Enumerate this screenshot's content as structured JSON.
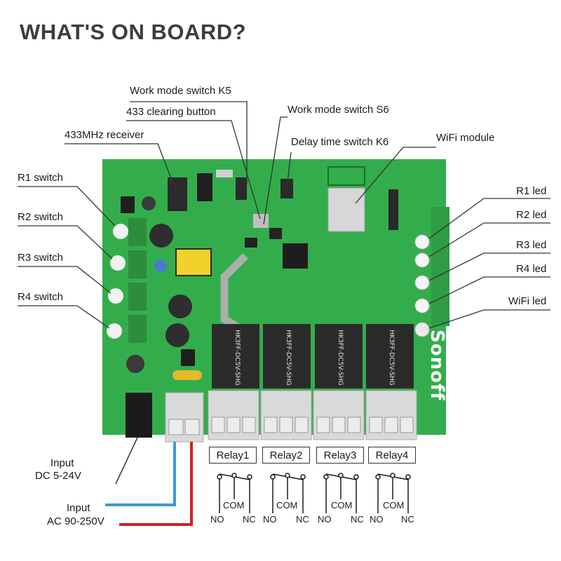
{
  "title": "WHAT'S ON BOARD?",
  "labels": {
    "work_mode_k5": "Work mode switch K5",
    "clearing_button": "433 clearing button",
    "work_mode_s6": "Work mode switch S6",
    "receiver": "433MHz receiver",
    "delay_switch": "Delay time switch K6",
    "wifi_module": "WiFi module"
  },
  "left_switches": [
    "R1 switch",
    "R2 switch",
    "R3 switch",
    "R4 switch"
  ],
  "right_leds": [
    "R1 led",
    "R2 led",
    "R3 led",
    "R4 led",
    "WiFi led"
  ],
  "inputs": {
    "dc_line1": "Input",
    "dc_line2": "DC 5-24V",
    "ac_line1": "Input",
    "ac_line2": "AC 90-250V"
  },
  "relays": [
    "Relay1",
    "Relay2",
    "Relay3",
    "Relay4"
  ],
  "contacts": {
    "no": "NO",
    "com": "COM",
    "nc": "NC"
  },
  "brand": "Sonoff",
  "colors": {
    "board": "#2fa84a",
    "relay_body": "#2b2b2b",
    "terminal": "#d9d9d9",
    "wire_blue": "#3a9ad9",
    "wire_red": "#d42020"
  }
}
